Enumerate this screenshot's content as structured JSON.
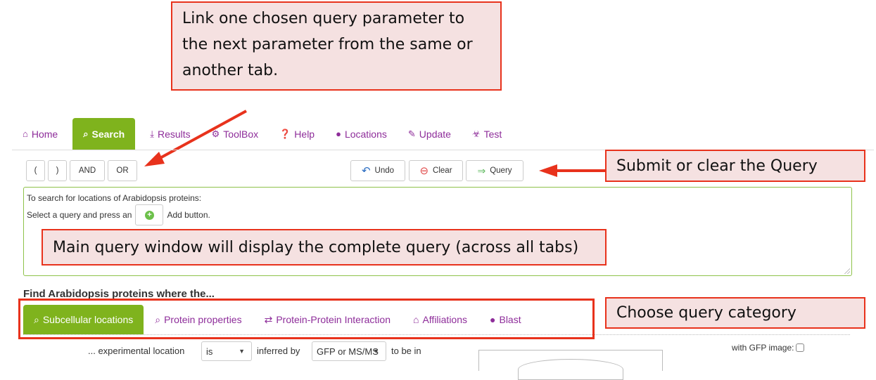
{
  "callouts": {
    "link_params": "Link one chosen query parameter to the next parameter from the same or another tab.",
    "submit_clear": "Submit or clear the Query",
    "main_window": "Main query window will display the complete query (across all tabs)",
    "choose_category": "Choose query category"
  },
  "nav": {
    "items": [
      {
        "label": "Home",
        "icon": "home-icon",
        "glyph": "⌂",
        "active": false
      },
      {
        "label": "Search",
        "icon": "search-icon",
        "glyph": "⌕",
        "active": true
      },
      {
        "label": "Results",
        "icon": "download-icon",
        "glyph": "⤓",
        "active": false
      },
      {
        "label": "ToolBox",
        "icon": "cogs-icon",
        "glyph": "⚙",
        "active": false
      },
      {
        "label": "Help",
        "icon": "question-circle-icon",
        "glyph": "❓",
        "active": false
      },
      {
        "label": "Locations",
        "icon": "globe-icon",
        "glyph": "●",
        "active": false
      },
      {
        "label": "Update",
        "icon": "pencil-icon",
        "glyph": "✎",
        "active": false
      },
      {
        "label": "Test",
        "icon": "bug-icon",
        "glyph": "☣",
        "active": false
      }
    ]
  },
  "toolbar": {
    "open_paren": "(",
    "close_paren": ")",
    "and": "AND",
    "or": "OR",
    "undo": "Undo",
    "clear": "Clear",
    "query": "Query",
    "undo_glyph": "↶",
    "clear_glyph": "⊖",
    "query_glyph": "⇒"
  },
  "query_window": {
    "line1": "To search for locations of Arabidopsis proteins:",
    "line2_prefix": "Select a query and press an",
    "add_glyph": "+",
    "line2_suffix": "Add button."
  },
  "section": {
    "heading": "Find Arabidopsis proteins where the..."
  },
  "category_tabs": [
    {
      "label": "Subcellular locations",
      "icon": "search-icon",
      "glyph": "⌕",
      "active": true
    },
    {
      "label": "Protein properties",
      "icon": "search-icon",
      "glyph": "⌕",
      "active": false
    },
    {
      "label": "Protein-Protein Interaction",
      "icon": "exchange-icon",
      "glyph": "⇄",
      "active": false
    },
    {
      "label": "Affiliations",
      "icon": "home-icon",
      "glyph": "⌂",
      "active": false
    },
    {
      "label": "Blast",
      "icon": "bomb-icon",
      "glyph": "●",
      "active": false
    }
  ],
  "filter": {
    "label_location": "... experimental location",
    "is_select": "is",
    "label_inferred": "inferred by",
    "method_select": "GFP or MS/MS",
    "label_tobe": "to be in",
    "gfp_image_label": "with GFP image:"
  },
  "colors": {
    "accent_green": "#7fb31d",
    "link_purple": "#8e2d9a",
    "callout_red": "#e8321c",
    "callout_fill": "#f5e1e1",
    "query_border": "#8ec24a"
  }
}
